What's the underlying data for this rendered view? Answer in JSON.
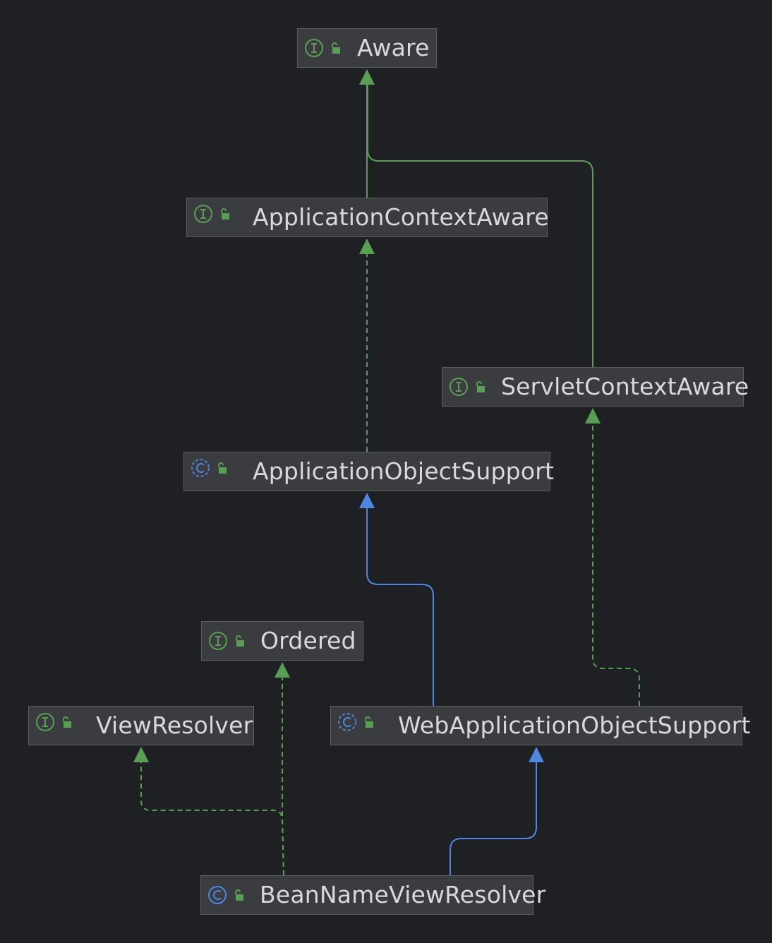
{
  "colors": {
    "background": "#1f2024",
    "node_fill": "#3b3c3f",
    "node_border": "#5c5e62",
    "node_text": "#d7d9dc",
    "interface_icon": "#5a9e55",
    "class_icon": "#4f86e0",
    "lock_icon": "#5a9e55",
    "implements_edge": "#5a9e55",
    "extends_edge": "#4f86e0"
  },
  "nodes": {
    "aware": {
      "label": "Aware",
      "kind": "interface",
      "kind_icon": "interface-icon",
      "access_icon": "lock-open-icon"
    },
    "application_context_aware": {
      "label": "ApplicationContextAware",
      "kind": "interface",
      "kind_icon": "interface-icon",
      "access_icon": "lock-open-icon"
    },
    "servlet_context_aware": {
      "label": "ServletContextAware",
      "kind": "interface",
      "kind_icon": "interface-icon",
      "access_icon": "lock-open-icon"
    },
    "application_object_support": {
      "label": "ApplicationObjectSupport",
      "kind": "abstract-class",
      "kind_icon": "abstract-class-icon",
      "access_icon": "lock-open-icon"
    },
    "ordered": {
      "label": "Ordered",
      "kind": "interface",
      "kind_icon": "interface-icon",
      "access_icon": "lock-open-icon"
    },
    "view_resolver": {
      "label": "ViewResolver",
      "kind": "interface",
      "kind_icon": "interface-icon",
      "access_icon": "lock-open-icon"
    },
    "web_application_object_support": {
      "label": "WebApplicationObjectSupport",
      "kind": "abstract-class",
      "kind_icon": "abstract-class-icon",
      "access_icon": "lock-open-icon"
    },
    "bean_name_view_resolver": {
      "label": "BeanNameViewResolver",
      "kind": "class",
      "kind_icon": "class-icon",
      "access_icon": "lock-open-icon"
    }
  },
  "edges": [
    {
      "from": "application_context_aware",
      "to": "aware",
      "type": "extends-interface"
    },
    {
      "from": "servlet_context_aware",
      "to": "aware",
      "type": "extends-interface"
    },
    {
      "from": "application_object_support",
      "to": "application_context_aware",
      "type": "implements"
    },
    {
      "from": "web_application_object_support",
      "to": "application_object_support",
      "type": "extends"
    },
    {
      "from": "web_application_object_support",
      "to": "servlet_context_aware",
      "type": "implements"
    },
    {
      "from": "bean_name_view_resolver",
      "to": "web_application_object_support",
      "type": "extends"
    },
    {
      "from": "bean_name_view_resolver",
      "to": "ordered",
      "type": "implements"
    },
    {
      "from": "bean_name_view_resolver",
      "to": "view_resolver",
      "type": "implements"
    }
  ]
}
